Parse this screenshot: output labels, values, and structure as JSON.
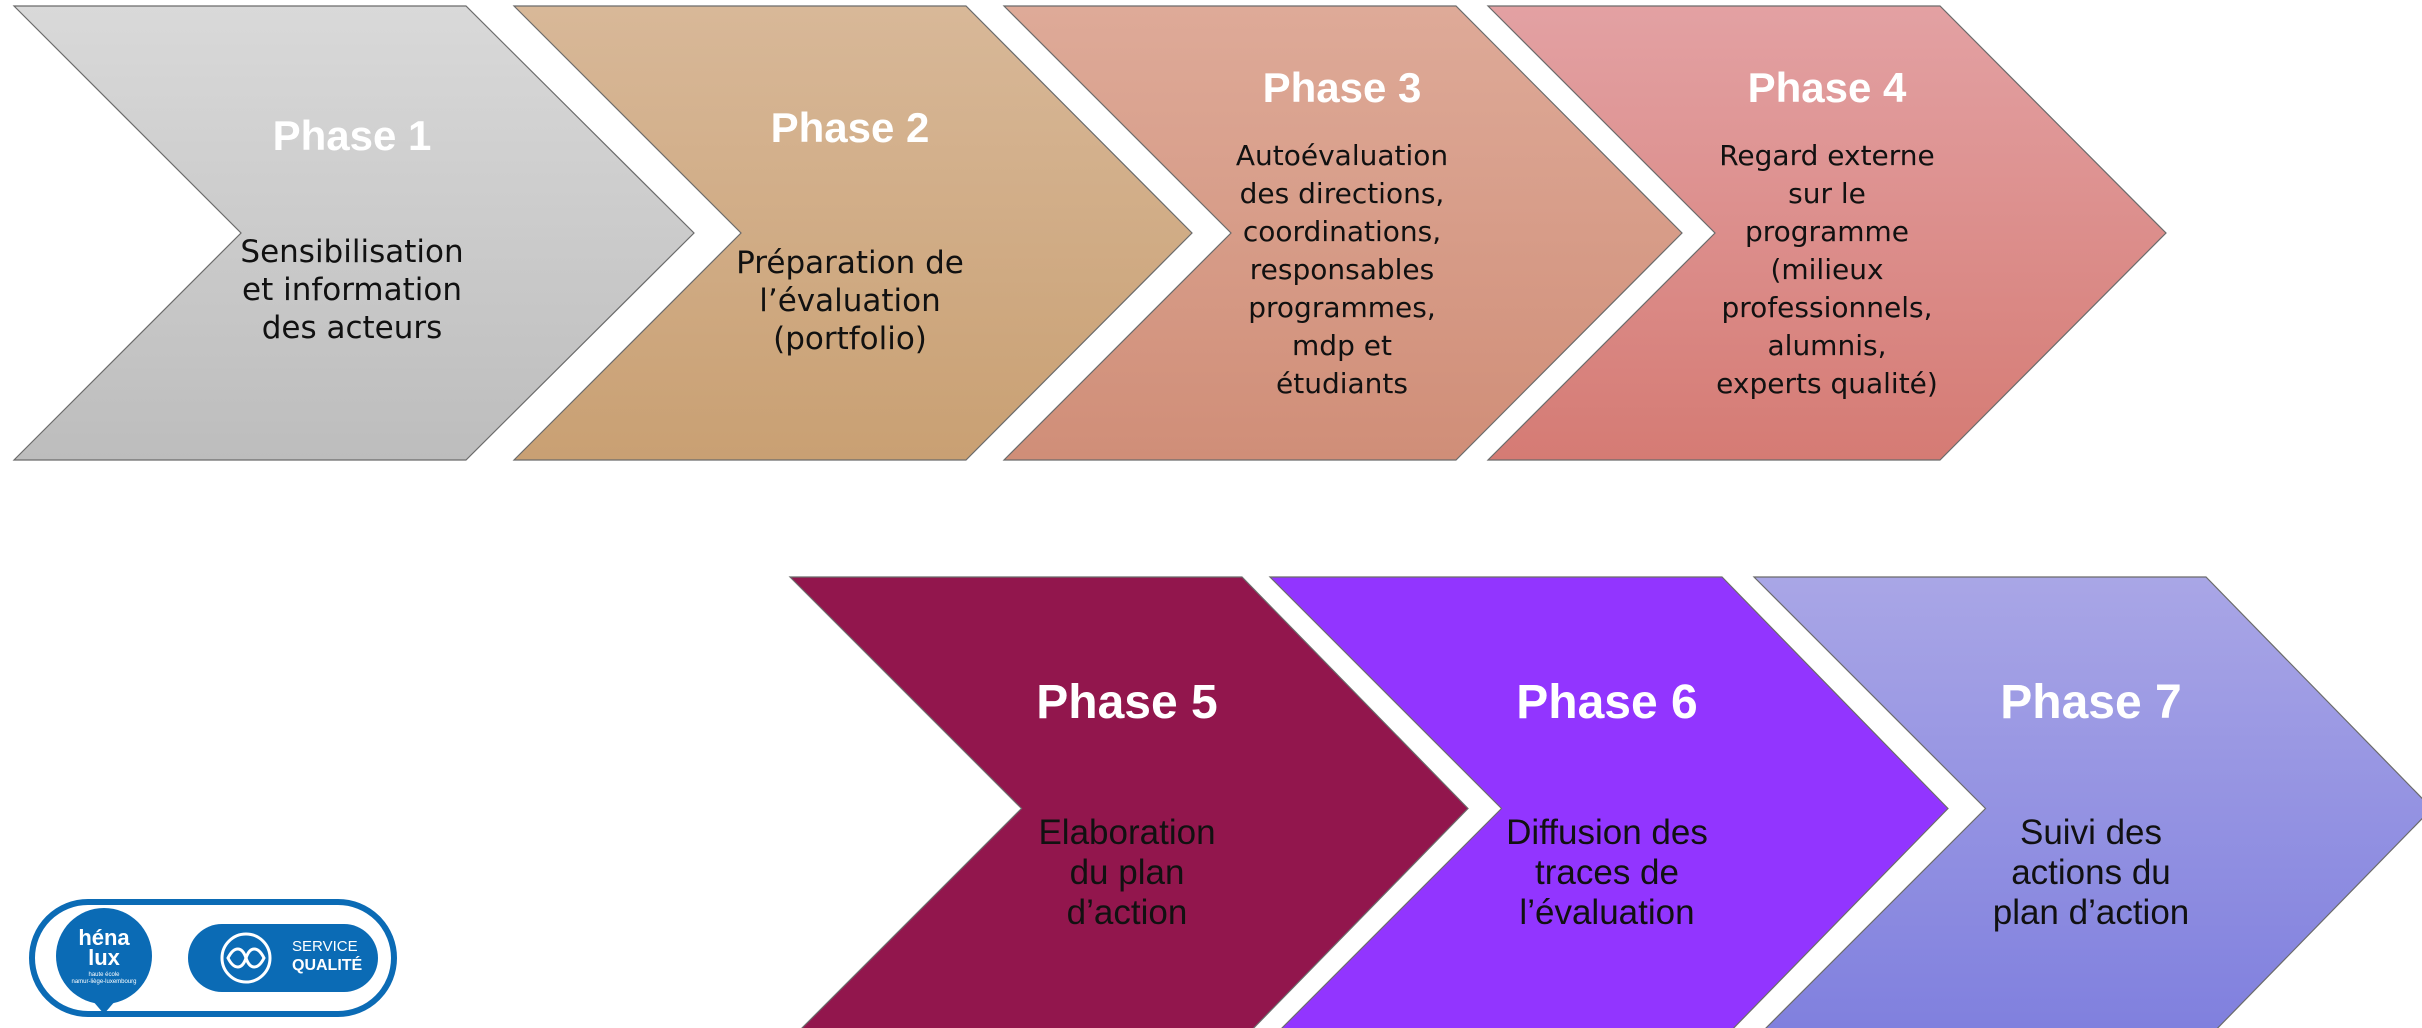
{
  "phases": [
    {
      "title": "Phase 1",
      "desc": "Sensibilisation\net information\ndes acteurs",
      "color_top": "#d9d9d9",
      "color_bottom": "#bdbdbd"
    },
    {
      "title": "Phase 2",
      "desc": "Préparation de\nl’évaluation\n(portfolio)",
      "color_top": "#d8b898",
      "color_bottom": "#c9a073"
    },
    {
      "title": "Phase 3",
      "desc": "Autoévaluation\ndes directions,\ncoordinations,\nresponsables\nprogrammes,\nmdp et\nétudiants",
      "color_top": "#deaa98",
      "color_bottom": "#d08e78"
    },
    {
      "title": "Phase 4",
      "desc": "Regard externe\nsur le\nprogramme\n(milieux\nprofessionnels,\nalumnis,\nexperts qualité)",
      "color_top": "#e3a1a3",
      "color_bottom": "#d57b74"
    },
    {
      "title": "Phase 5",
      "desc": "Elaboration\ndu plan\nd’action",
      "color_top": "#92164d",
      "color_bottom": "#92164d"
    },
    {
      "title": "Phase 6",
      "desc": "Diffusion des\ntraces de\nl’évaluation",
      "color_top": "#9235ff",
      "color_bottom": "#9235ff"
    },
    {
      "title": "Phase 7",
      "desc": "Suivi des\nactions du\nplan d’action",
      "color_top": "#a9a6e6",
      "color_bottom": "#7f7fde"
    }
  ],
  "logo": {
    "hena": "héna\nlux",
    "hena_sub": "haute école\nnamur-liège-luxembourg",
    "service": "SERVICE",
    "qualite": "QUALITÉ",
    "color": "#0b6bb5"
  }
}
